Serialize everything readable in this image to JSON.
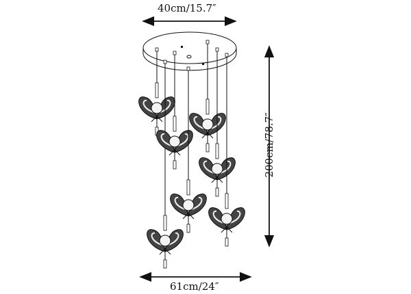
{
  "dimensions": {
    "canopy_width": "40cm/15.7″",
    "overall_width": "61cm/24″",
    "overall_height": "200cm/78.7″"
  },
  "colors": {
    "line": "#111111",
    "shade_dark": "#333333",
    "background": "#ffffff"
  }
}
